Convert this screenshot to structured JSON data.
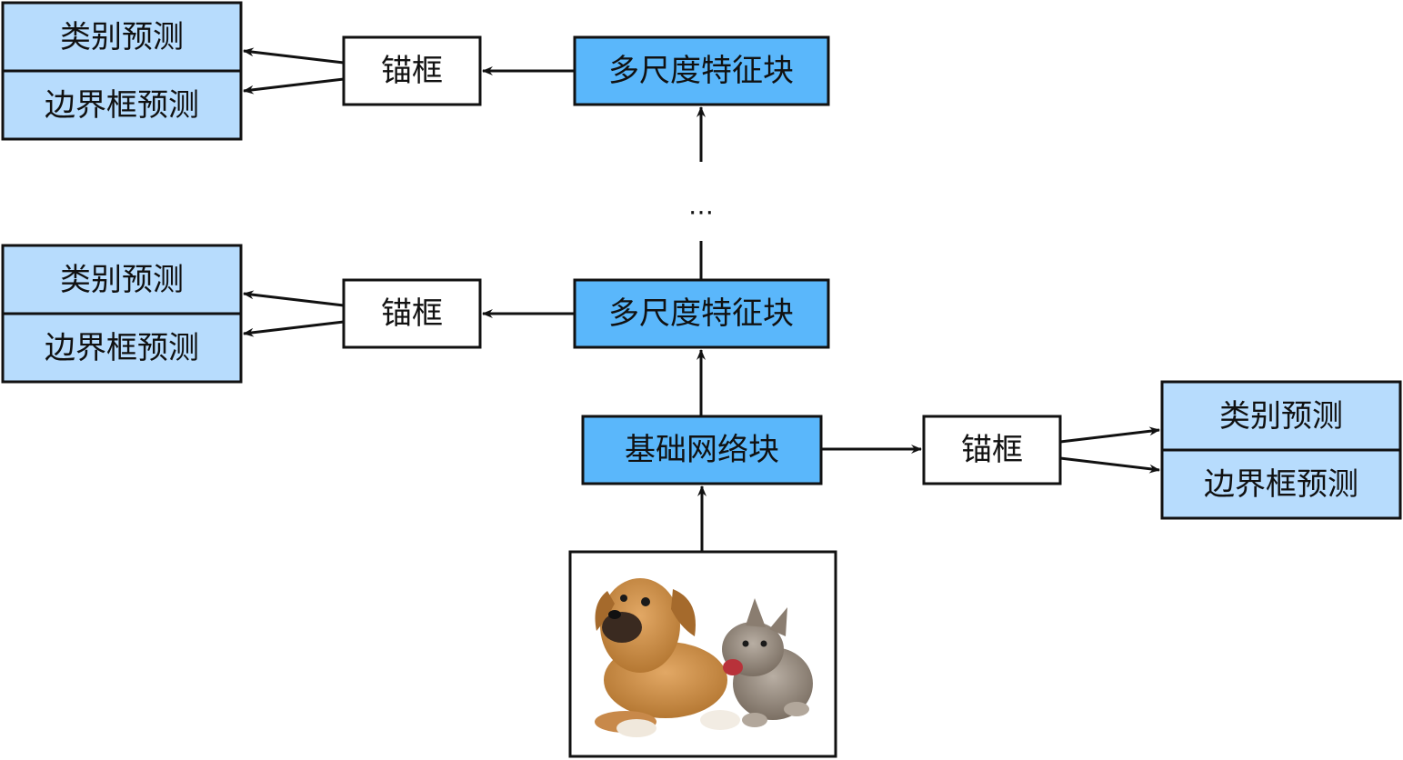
{
  "colors": {
    "block_fill": "#5ab7fb",
    "prediction_fill": "#b7dcfd",
    "anchor_fill": "#ffffff",
    "stroke": "#111111"
  },
  "nodes": {
    "top_multiscale_block": "多尺度特征块",
    "top_anchor": "锚框",
    "top_class_prediction": "类别预测",
    "top_bbox_prediction": "边界框预测",
    "ellipsis": "…",
    "mid_multiscale_block": "多尺度特征块",
    "mid_anchor": "锚框",
    "mid_class_prediction": "类别预测",
    "mid_bbox_prediction": "边界框预测",
    "base_network_block": "基础网络块",
    "base_anchor": "锚框",
    "base_class_prediction": "类别预测",
    "base_bbox_prediction": "边界框预测"
  },
  "input_image": {
    "description_icon": "dog-and-kitten-photo"
  }
}
